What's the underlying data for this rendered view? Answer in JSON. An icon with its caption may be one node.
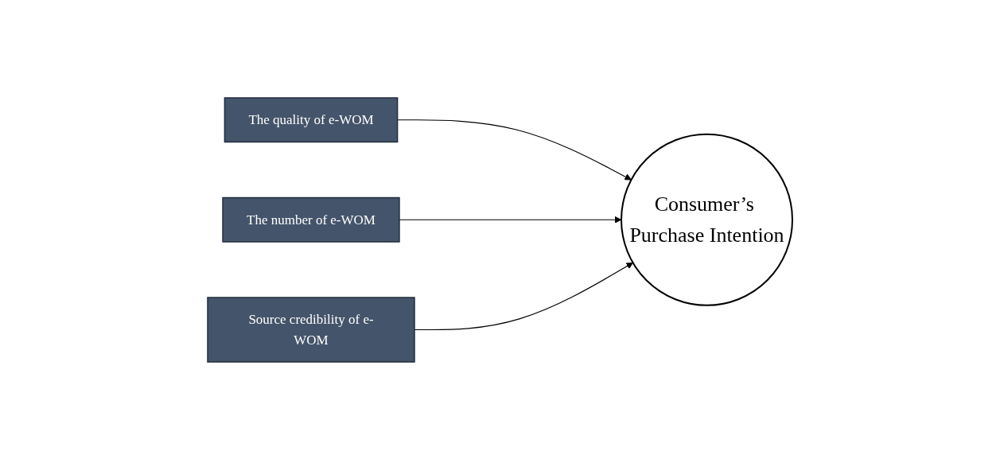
{
  "diagram": {
    "nodes": [
      {
        "text": [
          "The quality of e-WOM"
        ]
      },
      {
        "text": [
          "The number of e-WOM"
        ]
      },
      {
        "text": [
          "Source credibility of e-WOM"
        ]
      },
      {
        "text": [
          "Consumer’s Purchase Intention"
        ]
      }
    ],
    "edges": [
      {
        "from": 0,
        "to": 3,
        "arrow": "to"
      },
      {
        "from": 1,
        "to": 3,
        "arrow": "to"
      },
      {
        "from": 2,
        "to": 3,
        "arrow": "to"
      }
    ]
  }
}
